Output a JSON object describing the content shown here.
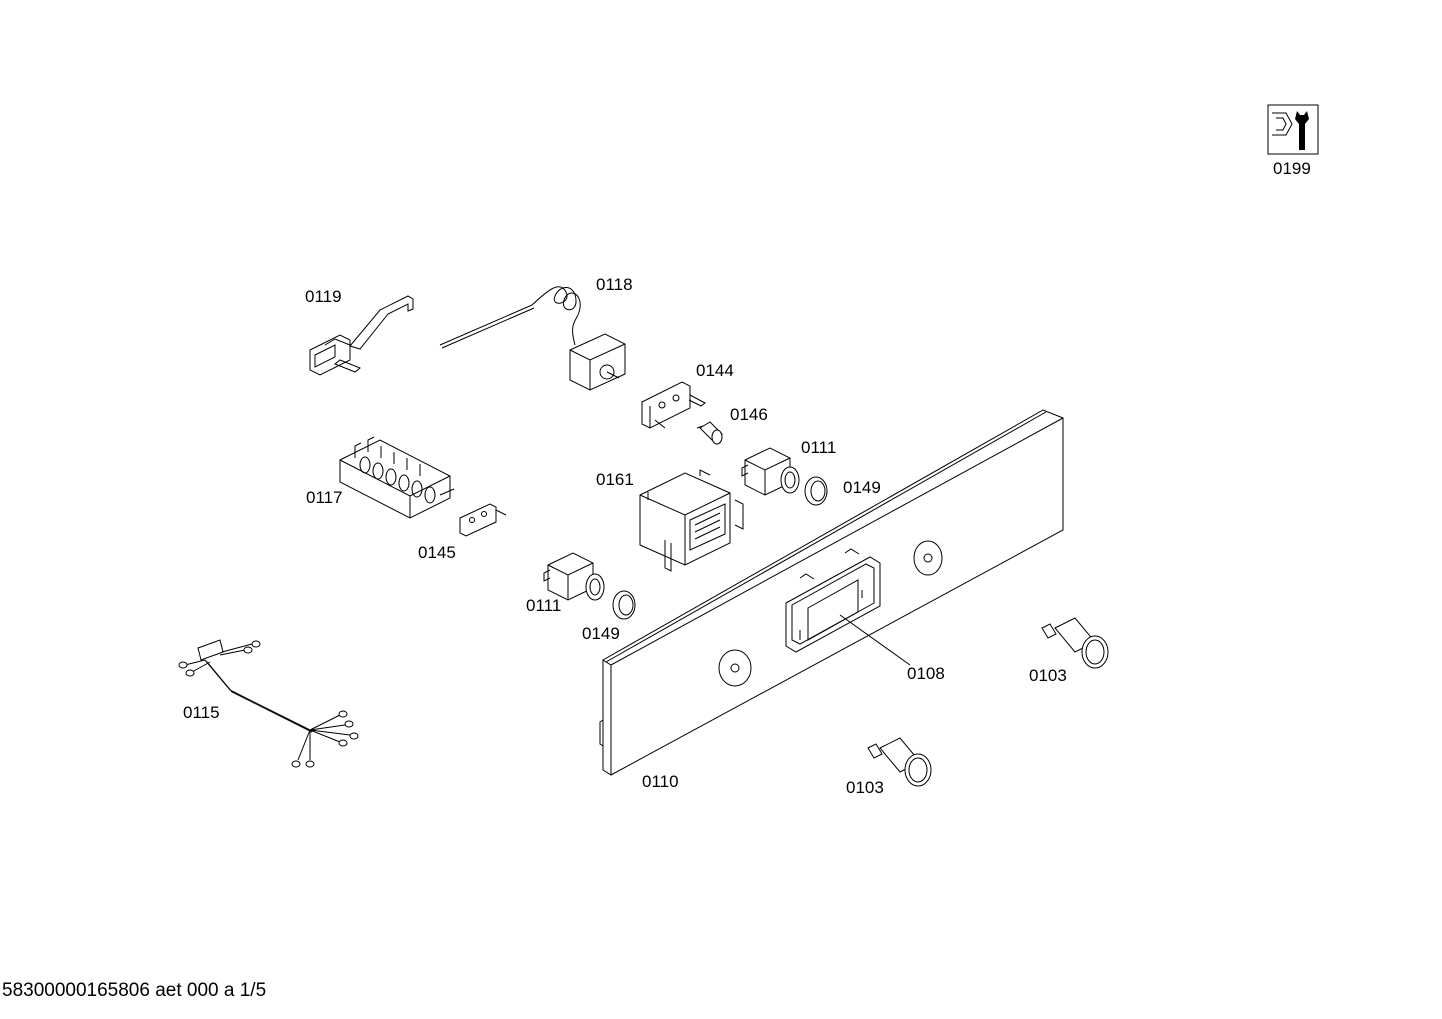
{
  "footer": "58300000165806 aet 000 a 1/5",
  "parts": {
    "p0199": "0199",
    "p0119": "0119",
    "p0118": "0118",
    "p0144": "0144",
    "p0146": "0146",
    "p0111a": "0111",
    "p0149a": "0149",
    "p0161": "0161",
    "p0117": "0117",
    "p0145": "0145",
    "p0111b": "0111",
    "p0149b": "0149",
    "p0108": "0108",
    "p0103a": "0103",
    "p0115": "0115",
    "p0110": "0110",
    "p0103b": "0103"
  },
  "icons": {
    "service": "service-tool-icon"
  }
}
